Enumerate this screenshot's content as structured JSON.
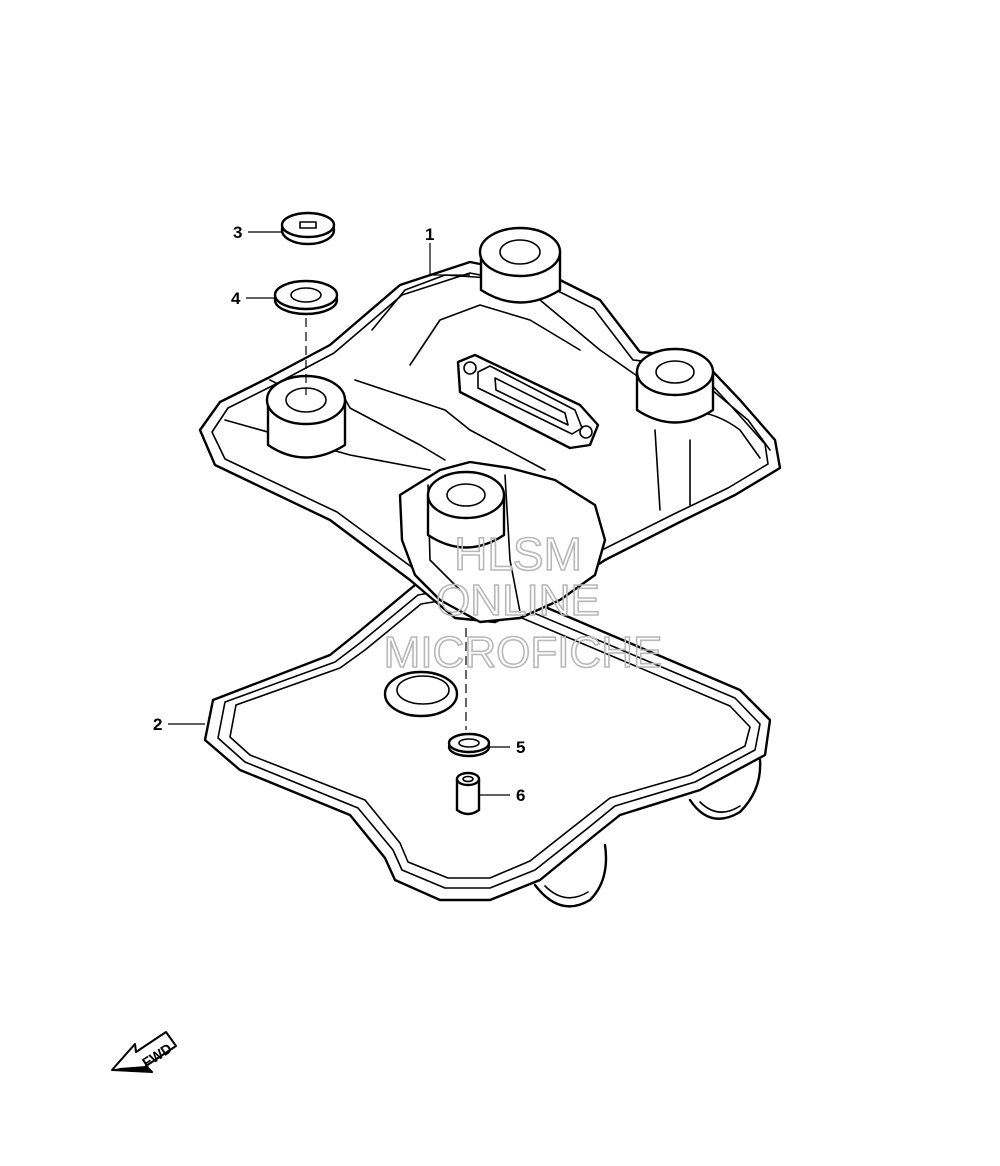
{
  "callouts": {
    "part_1": "1",
    "part_2": "2",
    "part_3": "3",
    "part_4": "4",
    "part_5": "5",
    "part_6": "6"
  },
  "watermark": {
    "line1": "HLSM",
    "line2": "ONLINE",
    "line3": "MICROFICHE"
  },
  "fwd_arrow": {
    "label": "FWD",
    "icon": "fwd-arrow-icon"
  }
}
